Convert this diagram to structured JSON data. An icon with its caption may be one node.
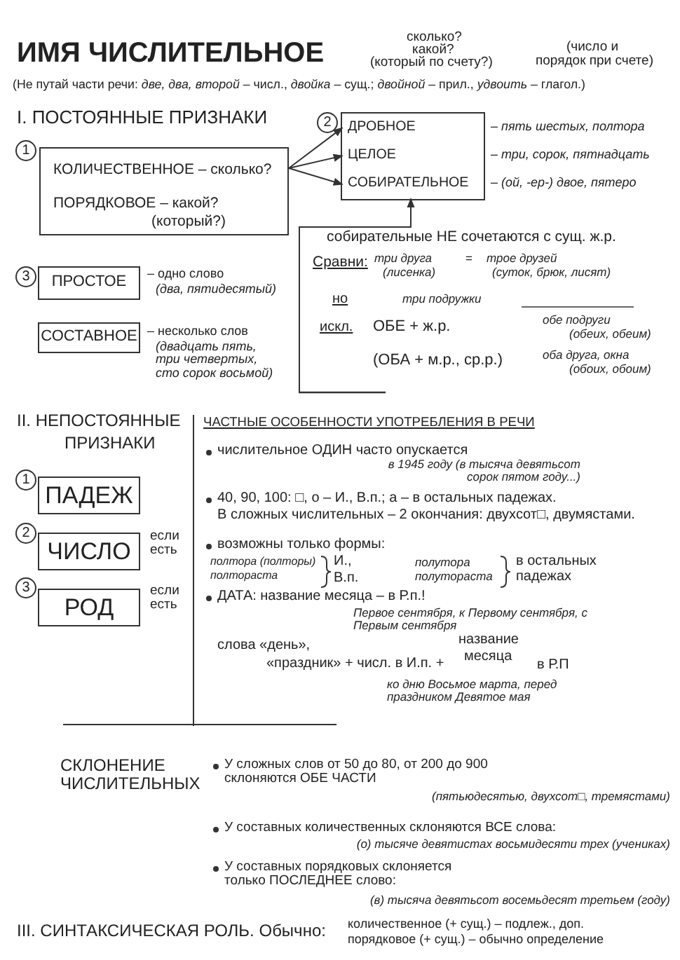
{
  "diagram": {
    "title": "ИМЯ ЧИСЛИТЕЛЬНОЕ",
    "nodes": [
      {
        "text": [
          "КОЛИЧЕСТВЕННОЕ – сколько?",
          "ПОРЯДКОВОЕ – какой? (который?)"
        ]
      },
      {
        "text": [],
        "shape": "box"
      },
      {
        "text": [
          "ДРОБНОЕ"
        ],
        "in": 1
      },
      {
        "text": [
          "ЦЕЛОЕ"
        ],
        "in": 1
      },
      {
        "text": [
          "СОБИРАТЕЛЬНОЕ"
        ],
        "in": 1
      },
      {
        "text": [
          "собирательные НЕ сочетаются с сущ. ж.р.",
          "Сравни:",
          "три друга",
          "(лисенка)",
          "=",
          "трое друзей",
          "(суток, брюк, лисят)",
          "но",
          "три подружки",
          "искл.",
          "ОБЕ + ж.р.",
          "обе подруги",
          "(обеих, обеим)",
          "(ОБА + м.р., ср.р.)",
          "оба друга, окна",
          "(обоих, обоим)"
        ]
      },
      {
        "text": [
          "ПРОСТОЕ"
        ],
        "beside": [
          "– одно слово",
          "(два, пятидесятый)"
        ]
      },
      {
        "text": [
          "СОСТАВНОЕ"
        ],
        "beside": [
          "– несколько слов",
          "(двадцать пять, три четвертых, сто сорок восьмой)"
        ]
      },
      {
        "text": [
          "ПАДЕЖ"
        ]
      },
      {
        "text": [
          "ЧИСЛО"
        ],
        "beside": [
          "если есть"
        ]
      },
      {
        "text": [
          "РОД"
        ],
        "beside": [
          "если есть"
        ]
      }
    ],
    "edges": [
      {
        "from": 0,
        "to": 2,
        "arrow": "to"
      },
      {
        "from": 0,
        "to": 3,
        "arrow": "to"
      },
      {
        "from": 0,
        "to": 4,
        "arrow": "to"
      },
      {
        "from": 5,
        "to": 4,
        "arrow": "to"
      }
    ],
    "labels": [
      "сколько?",
      "какой?",
      "(который по счету?)",
      "(число и",
      "порядок при счете)",
      "(Не путай части речи: *две, два, второй* – числ., *двойка* – сущ.; *двойной* – прил., *удвоить* – глагол.)",
      "I. ПОСТОЯННЫЕ ПРИЗНАКИ",
      "2",
      "– пять шестых, полтора",
      "– три, сорок, пятнадцать",
      "– (ой, -ер-) двое, пятеро",
      "1",
      "3",
      "II. НЕПОСТОЯННЫЕ",
      "ПРИЗНАКИ",
      "ЧАСТНЫЕ ОСОБЕННОСТИ УПОТРЕБЛЕНИЯ В РЕЧИ",
      "числительное ОДИН часто опускается",
      "в 1945 году (в тысяча девятьсот сорок пятом году...)",
      "1",
      "40, 90, 100: □, о – И., В.п.; а – в остальных падежах.",
      "В сложных числительных – 2 окончания: двухсот□, двумястами.",
      "2",
      "возможны только формы:",
      "полтора (полторы)",
      "полтораста",
      "И.,",
      "В.п.",
      "полутора",
      "полутораста",
      "в остальных падежах",
      "3",
      "ДАТА: название месяца – в Р.п.!",
      "Первое сентября, к Первому сентября, с Первым сентября",
      "слова «день»,",
      "«праздник» + числ. в И.п. +",
      "название",
      "месяца",
      "в Р.П",
      "ко дню Восьмое марта, перед праздником Девятое мая",
      "СКЛОНЕНИЕ ЧИСЛИТЕЛЬНЫХ",
      "У сложных слов от 50 до 80, от 200 до 900 склоняются ОБЕ ЧАСТИ",
      "(пятьюдесятью, двухсот□, тремястами)",
      "У составных количественных склоняются ВСЕ слова:",
      "(о) тысяче девятистах восьмидесяти трех (учениках)",
      "У составных порядковых склоняется только ПОСЛЕДНЕЕ слово:",
      "(в) тысяча девятьсот восемьдесят третьем (году)",
      "III. СИНТАКСИЧЕСКАЯ РОЛЬ. Обычно:",
      "количественное (+ сущ.) – подлеж., доп.",
      "порядковое (+ сущ.) – обычно определение"
    ]
  }
}
